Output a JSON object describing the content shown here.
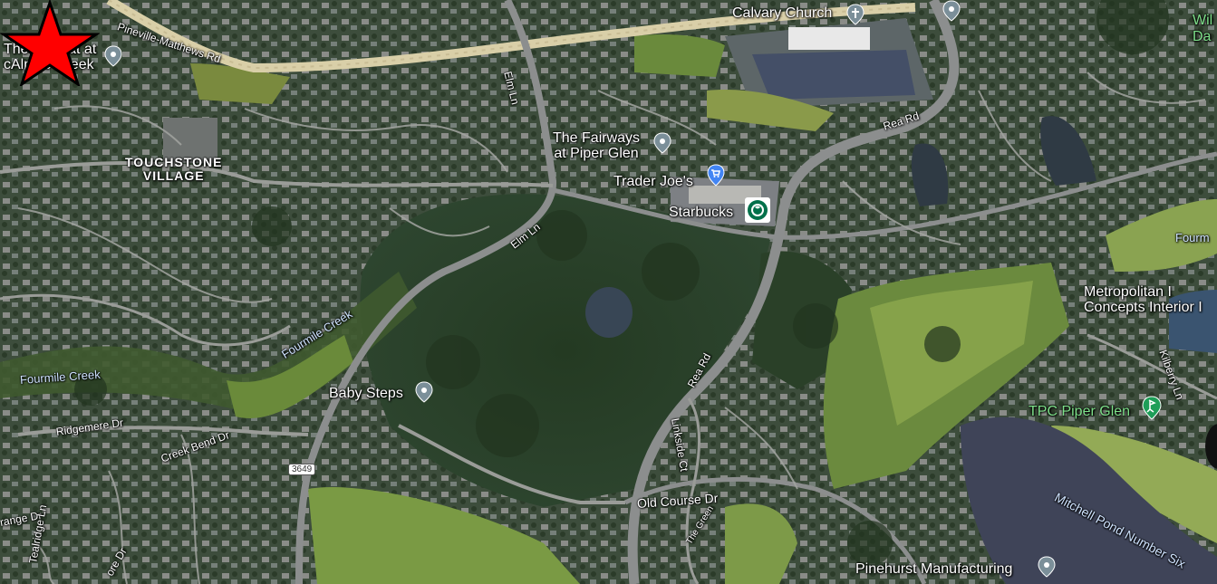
{
  "map": {
    "view": "satellite-3d",
    "marker": {
      "type": "red-star"
    },
    "poi": {
      "calvary_church": "Calvary Church",
      "retreat_line1": "The Retreat at",
      "retreat_line2": "cAlpine Creek",
      "fairways_line1": "The Fairways",
      "fairways_line2": "at Piper Glen",
      "trader_joes": "Trader Joe's",
      "starbucks": "Starbucks",
      "baby_steps": "Baby Steps",
      "metropolitan_line1": "Metropolitan I",
      "metropolitan_line2": "Concepts Interior I",
      "tpc_piper_glen": "TPC Piper Glen",
      "pinehurst": "Pinehurst Manufacturing",
      "wil_line1": "Wil",
      "wil_line2": "Da"
    },
    "areas": {
      "touchstone_line1": "TOUCHSTONE",
      "touchstone_line2": "VILLAGE"
    },
    "roads": {
      "pineville_matthews": "Pineville-Matthews Rd",
      "elm_ln_1": "Elm Ln",
      "elm_ln_2": "Elm Ln",
      "rea_rd_1": "Rea Rd",
      "rea_rd_2": "Rea Rd",
      "ridgemere": "Ridgemere Dr",
      "creek_bend": "Creek Bend Dr",
      "range_dr": "range Dr",
      "tealridge": "Tealridge Ln",
      "moore_dr": "ore Dr",
      "linkside": "Linkside Ct",
      "the_green": "The Green",
      "old_course": "Old Course Dr",
      "kilberry": "Kilberry Ln",
      "route_shield": "3649"
    },
    "water": {
      "fourmile_1": "Fourmile Creek",
      "fourmile_2": "Fourmile Creek",
      "fourmile_3": "Fourm",
      "mitchell_pond": "Mitchell Pond Number Six"
    }
  }
}
